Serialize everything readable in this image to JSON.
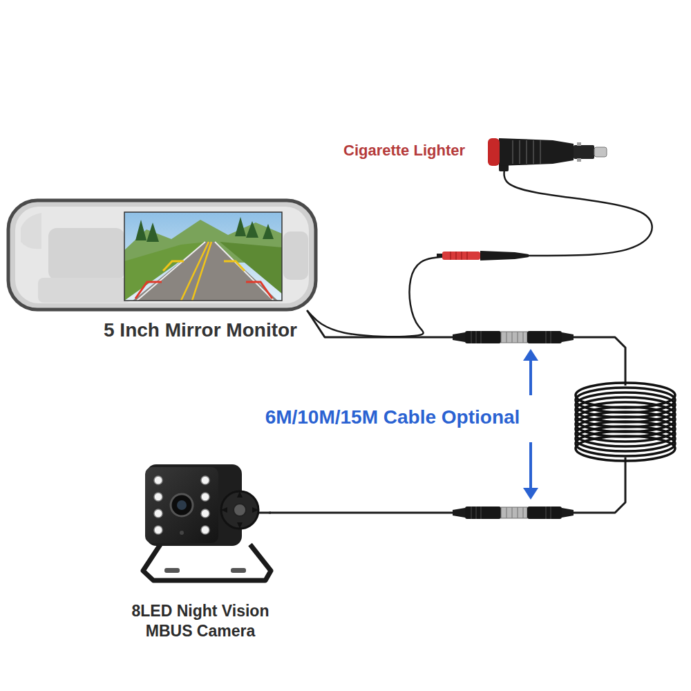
{
  "diagram": {
    "nodes": [
      {
        "text": [
          "Cigarette Lighter"
        ]
      },
      {
        "text": [
          "5 Inch Mirror Monitor"
        ]
      },
      {
        "text": [
          "8LED Night Vision MBUS Camera"
        ]
      }
    ],
    "edges": [
      {
        "from": 0,
        "to": 1,
        "arrow": "none"
      },
      {
        "from": 1,
        "to": 2,
        "arrow": "none"
      }
    ],
    "labels": [
      "6M/10M/15M Cable Optional"
    ]
  }
}
